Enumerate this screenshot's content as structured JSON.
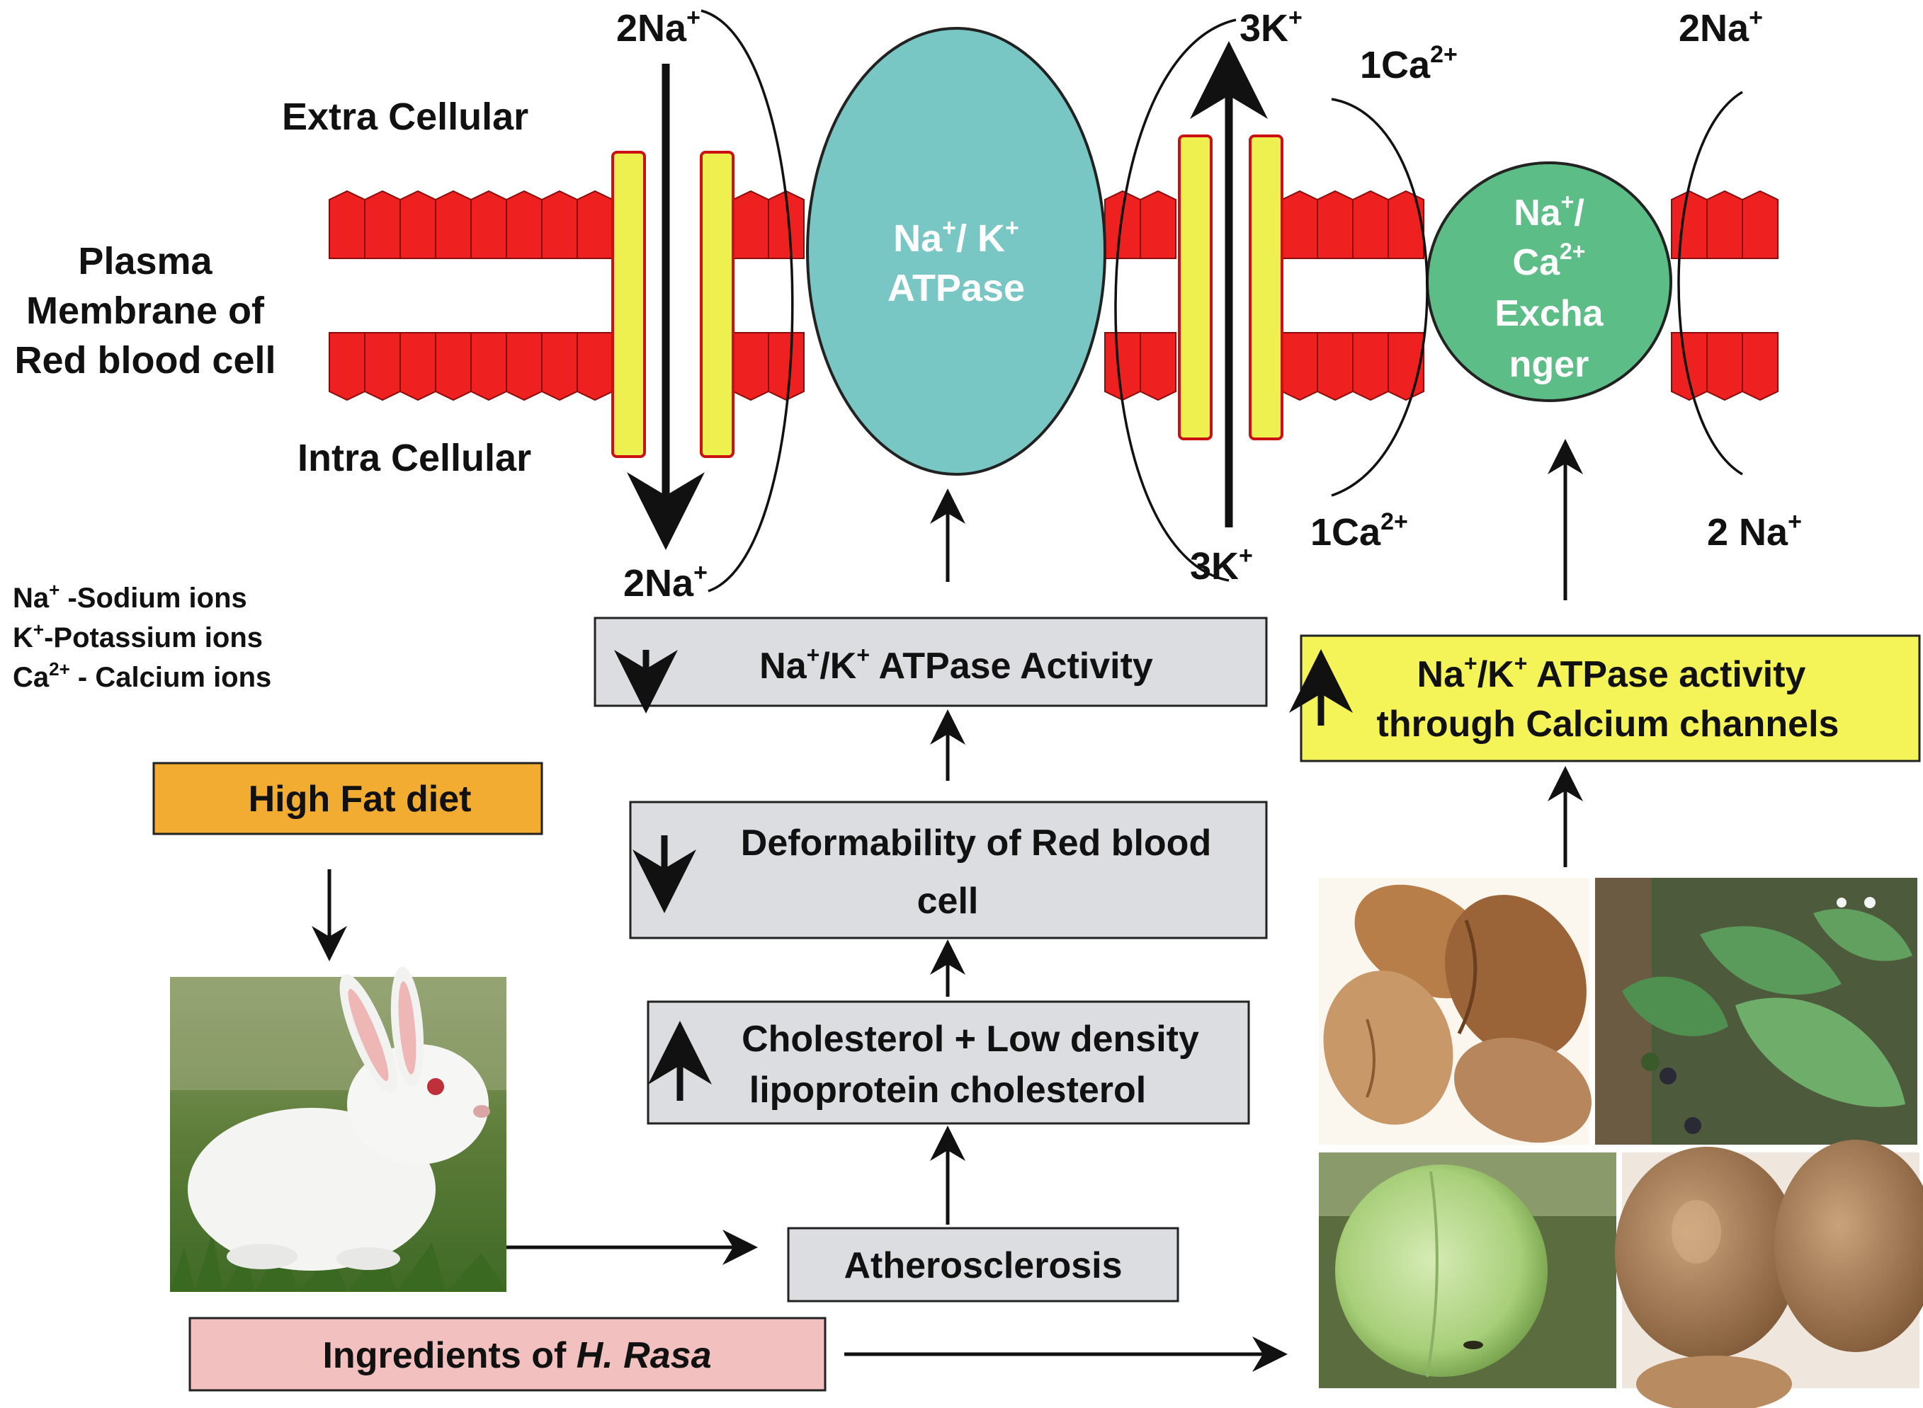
{
  "labels": {
    "extra": "Extra Cellular",
    "intra": "Intra Cellular",
    "plasma": [
      "Plasma",
      "Membrane of",
      "Red blood cell"
    ]
  },
  "ions": {
    "na_top_left": {
      "base": "2Na",
      "sup": "+"
    },
    "na_bot_left": {
      "base": "2Na",
      "sup": "+"
    },
    "k_top": {
      "base": "3K",
      "sup": "+"
    },
    "k_bot": {
      "base": "3K",
      "sup": "+"
    },
    "ca_top": {
      "base": "1Ca",
      "sup": "2+"
    },
    "ca_bot": {
      "base": "1Ca",
      "sup": "2+"
    },
    "na_top_right": {
      "base": "2Na",
      "sup": "+"
    },
    "na_bot_right": {
      "base": "2 Na",
      "sup": "+"
    }
  },
  "pump": {
    "line1": {
      "a": "Na",
      "a_sup": "+",
      "b": "/ K",
      "b_sup": "+"
    },
    "line2": "ATPase"
  },
  "exchanger": {
    "l1": {
      "a": "Na",
      "a_sup": "+",
      "b": "/"
    },
    "l2": {
      "a": "Ca",
      "a_sup": "2+"
    },
    "l3": "Excha",
    "l4": "nger"
  },
  "legend": [
    {
      "sym": "Na",
      "sup": "+",
      "text": " -Sodium ions"
    },
    {
      "sym": "K",
      "sup": "+",
      "text": "-Potassium ions"
    },
    {
      "sym": "Ca",
      "sup": "2+",
      "text": " - Calcium ions"
    }
  ],
  "boxes": {
    "atpase_activity": {
      "arrow": "down",
      "a": "Na",
      "a_sup": "+",
      "b": "/K",
      "b_sup": "+",
      "c": " ATPase Activity"
    },
    "deformability": {
      "arrow": "down",
      "l1": "Deformability of Red blood",
      "l2": "cell"
    },
    "cholesterol": {
      "arrow": "up",
      "l1": "Cholesterol + Low density",
      "l2": "lipoprotein cholesterol"
    },
    "athero": "Atherosclerosis",
    "high_fat": "High Fat diet",
    "ingredients": {
      "a": "Ingredients of ",
      "b": "H. Rasa"
    },
    "calcium": {
      "arrow": "up",
      "a": "Na",
      "a_sup": "+",
      "b": "/K",
      "b_sup": "+",
      "c": " ATPase  activity",
      "l2": "through Calcium channels"
    }
  },
  "colors": {
    "lipid": "#ee2020",
    "channel": "#eef050",
    "pump": "#79c7c5",
    "exchanger": "#5cbd86",
    "gray_box": "#dcdde0",
    "high_fat": "#f3ac32",
    "ingredients": "#f3c0c0",
    "calcium_box": "#f4f459"
  },
  "images": [
    "rabbit-photo",
    "nuts-photo",
    "leaf-plant-photo",
    "green-fruit-photo",
    "brown-seed-photo"
  ]
}
